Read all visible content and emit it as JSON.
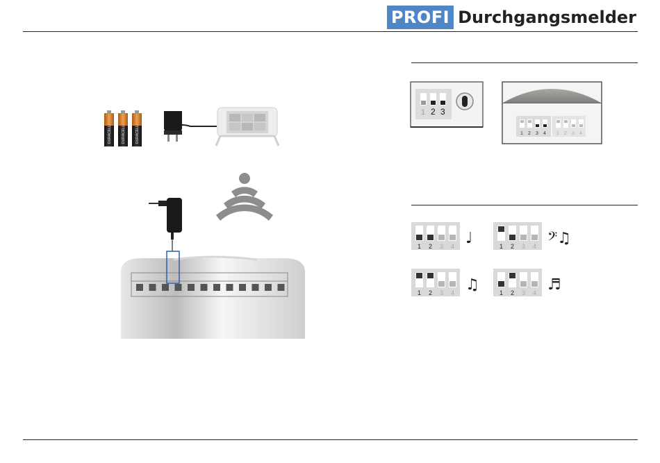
{
  "header": {
    "badge": "PROFI",
    "title": "Durchgangsmelder"
  },
  "battery": {
    "brand": "DURACELL",
    "count": 3
  },
  "receiver_dip": {
    "labels": [
      "1",
      "2",
      "3"
    ]
  },
  "transmitter_dip": {
    "labels": [
      "1",
      "2",
      "3",
      "4"
    ]
  },
  "melody_switches": [
    {
      "labels": [
        "1",
        "2",
        "3",
        "4"
      ],
      "note": "♩"
    },
    {
      "labels": [
        "1",
        "2",
        "3",
        "4"
      ],
      "note": "𝄢♫"
    },
    {
      "labels": [
        "1",
        "2",
        "3",
        "4"
      ],
      "note": "♫"
    },
    {
      "labels": [
        "1",
        "2",
        "3",
        "4"
      ],
      "note": "♬"
    }
  ],
  "colors": {
    "accent": "#4f86c6",
    "rule": "#222222",
    "wire": "#2b5fae"
  }
}
